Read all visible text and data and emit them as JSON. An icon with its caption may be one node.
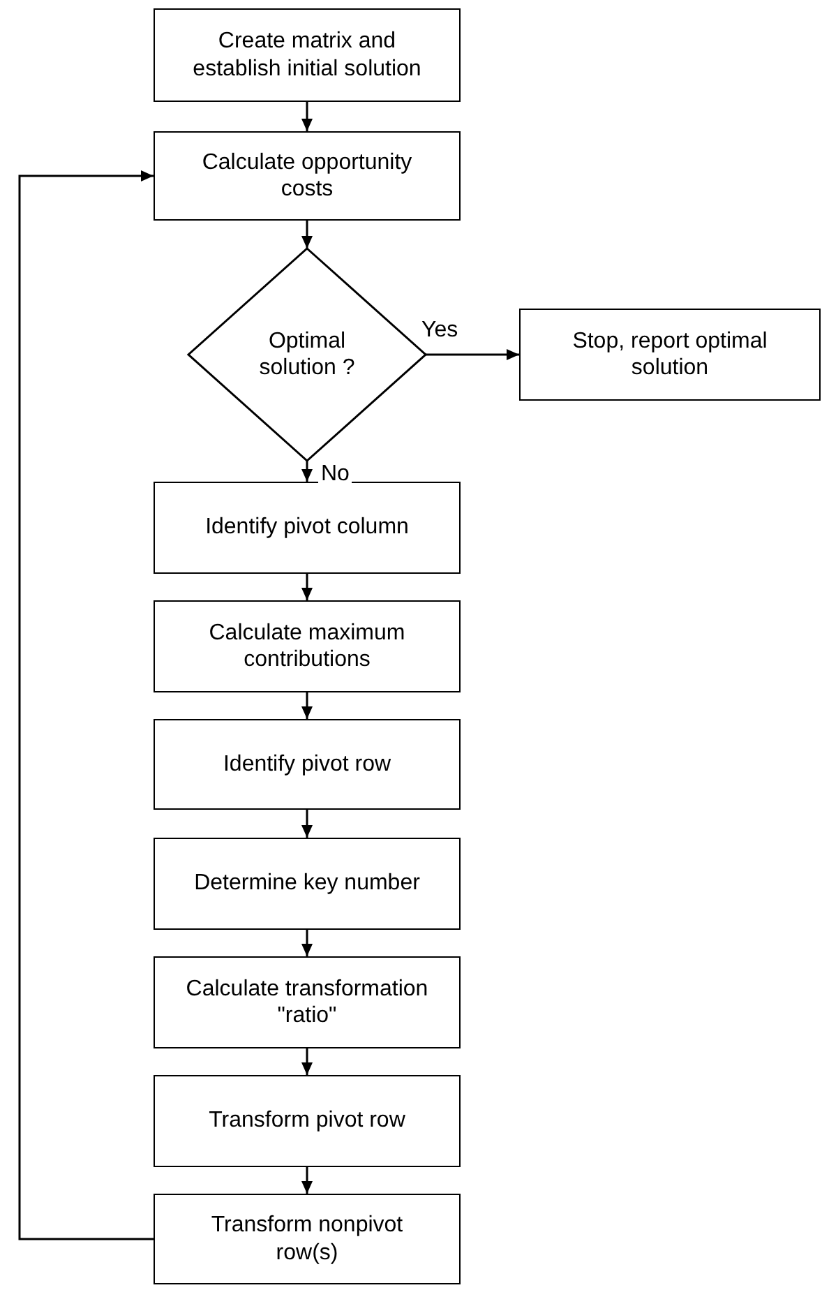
{
  "diagram": {
    "nodes": [
      {
        "text": [
          "Create matrix and establish initial solution"
        ]
      },
      {
        "text": [
          "Calculate opportunity costs"
        ]
      },
      {
        "text": [
          "Optimal solution ?"
        ]
      },
      {
        "text": [
          "Stop, report optimal solution"
        ]
      },
      {
        "text": [
          "Identify pivot column"
        ]
      },
      {
        "text": [
          "Calculate maximum contributions"
        ]
      },
      {
        "text": [
          "Identify pivot row"
        ]
      },
      {
        "text": [
          "Determine key number"
        ]
      },
      {
        "text": [
          "Calculate transformation \"ratio\""
        ]
      },
      {
        "text": [
          "Transform pivot row"
        ]
      },
      {
        "text": [
          "Transform nonpivot row(s)"
        ]
      }
    ],
    "edges": [
      {
        "from": 0,
        "to": 1,
        "arrow": "to"
      },
      {
        "from": 1,
        "to": 2,
        "arrow": "to"
      },
      {
        "from": 2,
        "to": 3,
        "arrow": "to",
        "label": "Yes"
      },
      {
        "from": 2,
        "to": 4,
        "arrow": "to",
        "label": "No"
      },
      {
        "from": 4,
        "to": 5,
        "arrow": "to"
      },
      {
        "from": 5,
        "to": 6,
        "arrow": "to"
      },
      {
        "from": 6,
        "to": 7,
        "arrow": "to"
      },
      {
        "from": 7,
        "to": 8,
        "arrow": "to"
      },
      {
        "from": 8,
        "to": 9,
        "arrow": "to"
      },
      {
        "from": 9,
        "to": 10,
        "arrow": "to"
      },
      {
        "from": 10,
        "to": 1,
        "arrow": "to"
      }
    ]
  }
}
